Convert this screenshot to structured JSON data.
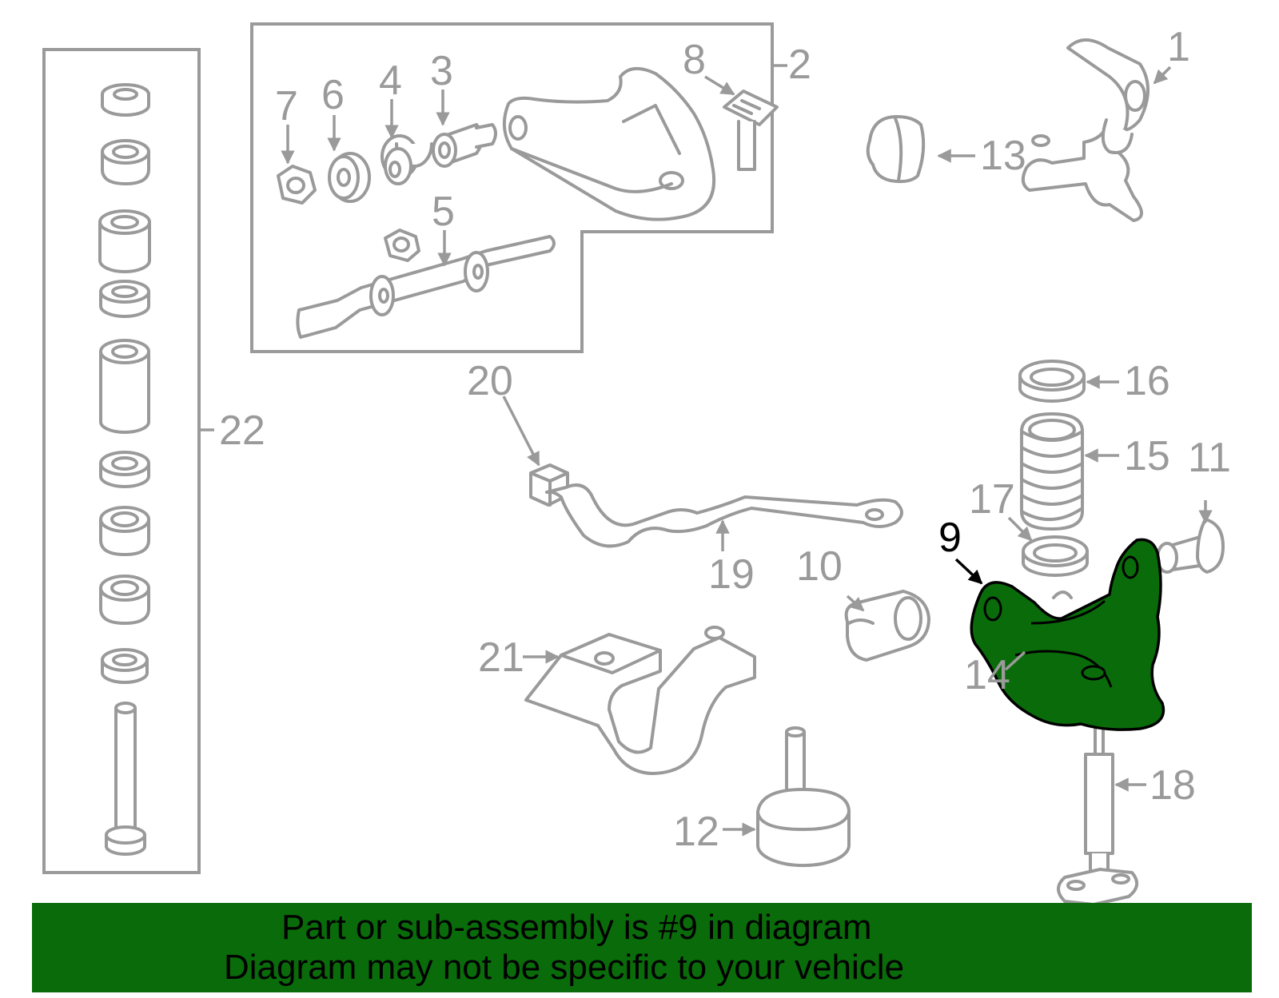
{
  "diagram": {
    "highlight_color": "#0a6b0a",
    "line_color": "#9a9a9a",
    "highlighted_part": "9",
    "callouts": [
      "1",
      "2",
      "3",
      "4",
      "5",
      "6",
      "7",
      "8",
      "9",
      "10",
      "11",
      "12",
      "13",
      "14",
      "15",
      "16",
      "17",
      "18",
      "19",
      "20",
      "21",
      "22"
    ]
  },
  "banner": {
    "line1": "Part or sub-assembly is #9 in diagram",
    "line2": "Diagram may not be specific to your vehicle",
    "background": "#0a6b0a"
  }
}
